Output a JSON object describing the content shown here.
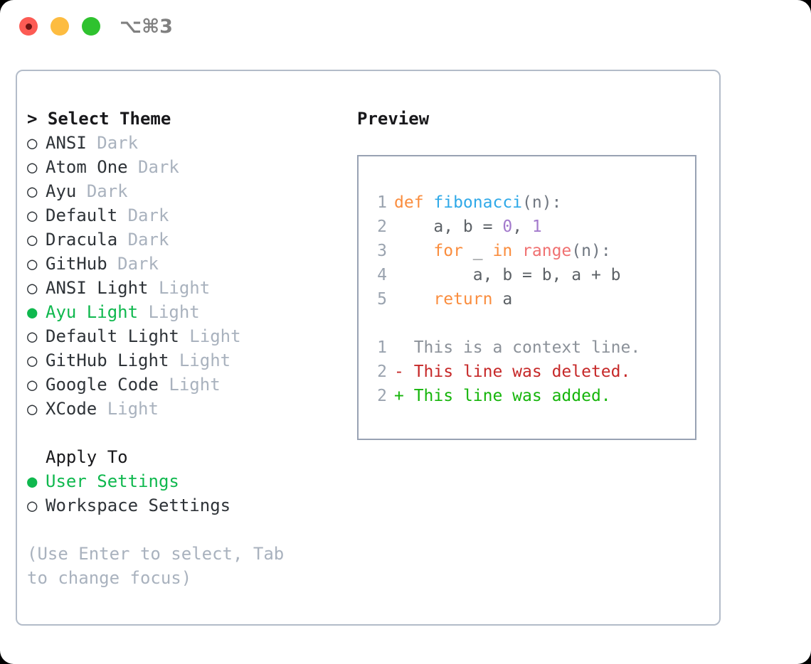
{
  "titlebar": {
    "shortcut": "⌥⌘3",
    "dots": [
      {
        "name": "close",
        "color": "#fc5b54"
      },
      {
        "name": "minimize",
        "color": "#fdbc40"
      },
      {
        "name": "maximize",
        "color": "#2fc22f"
      }
    ]
  },
  "theme_picker": {
    "header": "> Select Theme",
    "bullet_selected": "●",
    "bullet_unselected": "○",
    "items": [
      {
        "name": "ANSI",
        "variant": "Dark",
        "selected": false
      },
      {
        "name": "Atom One",
        "variant": "Dark",
        "selected": false
      },
      {
        "name": "Ayu",
        "variant": "Dark",
        "selected": false
      },
      {
        "name": "Default",
        "variant": "Dark",
        "selected": false
      },
      {
        "name": "Dracula",
        "variant": "Dark",
        "selected": false
      },
      {
        "name": "GitHub",
        "variant": "Dark",
        "selected": false
      },
      {
        "name": "ANSI Light",
        "variant": "Light",
        "selected": false
      },
      {
        "name": "Ayu Light",
        "variant": "Light",
        "selected": true
      },
      {
        "name": "Default Light",
        "variant": "Light",
        "selected": false
      },
      {
        "name": "GitHub Light",
        "variant": "Light",
        "selected": false
      },
      {
        "name": "Google Code",
        "variant": "Light",
        "selected": false
      },
      {
        "name": "XCode",
        "variant": "Light",
        "selected": false
      }
    ]
  },
  "apply_to": {
    "header": "Apply To",
    "items": [
      {
        "name": "User Settings",
        "selected": true
      },
      {
        "name": "Workspace Settings",
        "selected": false
      }
    ]
  },
  "hint": "(Use Enter to select, Tab to change focus)",
  "preview": {
    "header": "Preview",
    "code_lines": [
      {
        "num": "1",
        "tokens": [
          {
            "text": "def ",
            "kind": "kw"
          },
          {
            "text": "fibonacci",
            "kind": "fn"
          },
          {
            "text": "(n):",
            "kind": "punc"
          }
        ]
      },
      {
        "num": "2",
        "tokens": [
          {
            "text": "    a, b = ",
            "kind": "plain"
          },
          {
            "text": "0",
            "kind": "num"
          },
          {
            "text": ", ",
            "kind": "plain"
          },
          {
            "text": "1",
            "kind": "num"
          }
        ]
      },
      {
        "num": "3",
        "tokens": [
          {
            "text": "    ",
            "kind": "plain"
          },
          {
            "text": "for",
            "kind": "kw"
          },
          {
            "text": " _ ",
            "kind": "plain"
          },
          {
            "text": "in",
            "kind": "kw"
          },
          {
            "text": " ",
            "kind": "plain"
          },
          {
            "text": "range",
            "kind": "bi"
          },
          {
            "text": "(n):",
            "kind": "punc"
          }
        ]
      },
      {
        "num": "4",
        "tokens": [
          {
            "text": "        a, b = b, a + b",
            "kind": "plain"
          }
        ]
      },
      {
        "num": "5",
        "tokens": [
          {
            "text": "    ",
            "kind": "plain"
          },
          {
            "text": "return",
            "kind": "kw"
          },
          {
            "text": " a",
            "kind": "plain"
          }
        ]
      }
    ],
    "diff_lines": [
      {
        "num": "1",
        "marker": " ",
        "text": " This is a context line.",
        "kind": "ctx"
      },
      {
        "num": "2",
        "marker": "-",
        "text": " This line was deleted.",
        "kind": "del"
      },
      {
        "num": "2",
        "marker": "+",
        "text": " This line was added.",
        "kind": "add"
      }
    ]
  },
  "colors": {
    "accent_green": "#0fb84e",
    "keyword_orange": "#fa8d3e",
    "function_blue": "#2fa9e8",
    "number_purple": "#a37acc",
    "builtin_red": "#f07171",
    "muted_gray": "#a9b2be",
    "diff_add_green": "#16b50b",
    "diff_del_red": "#c62828",
    "border_gray": "#98a2b3"
  }
}
